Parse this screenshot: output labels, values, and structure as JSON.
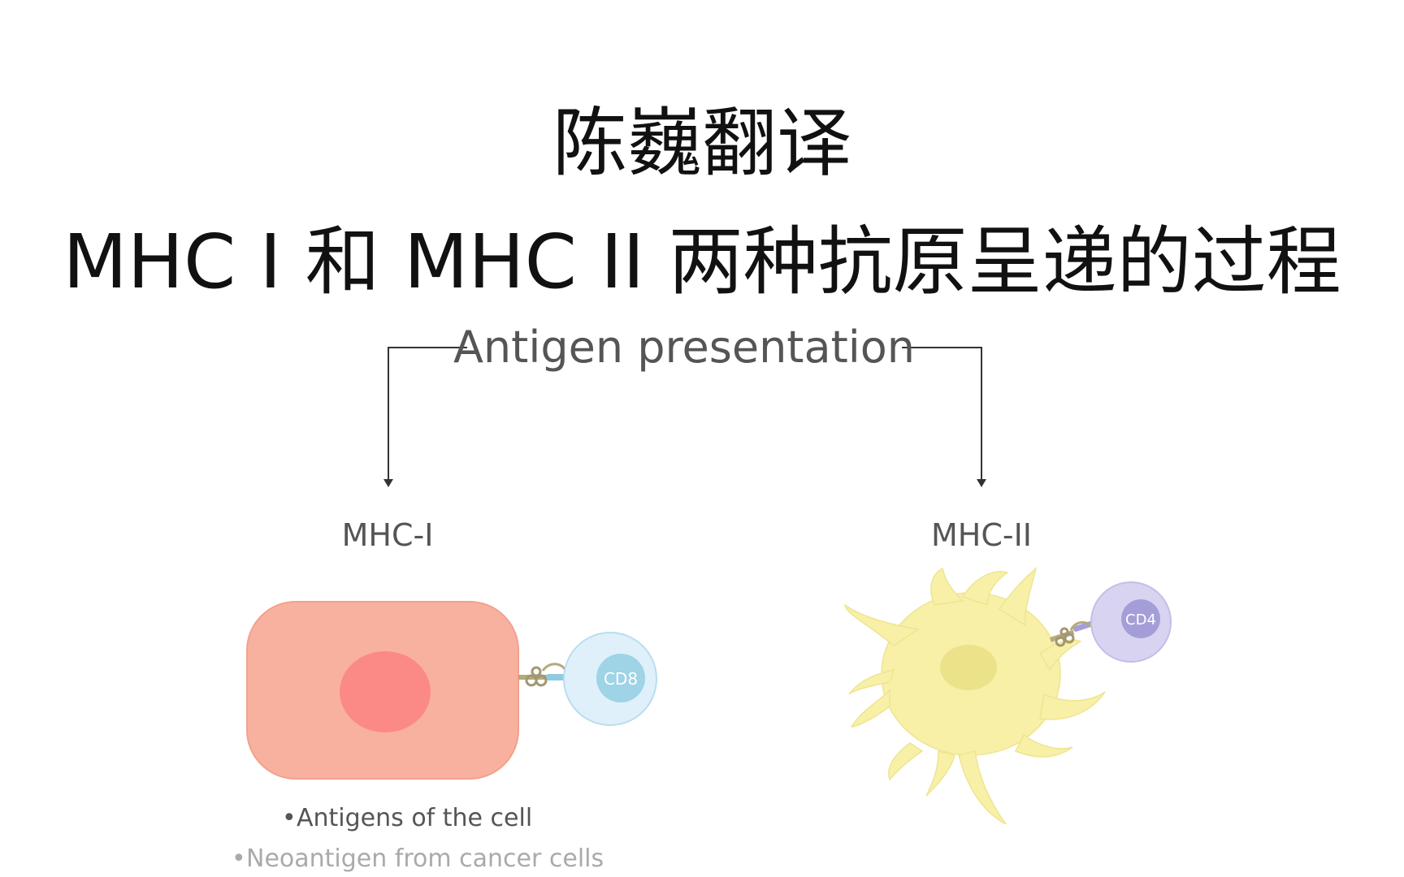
{
  "title": {
    "line1": "陈巍翻译",
    "line2": "MHC I 和 MHC II 两种抗原呈递的过程"
  },
  "diagram": {
    "root_label": "Antigen presentation",
    "left": {
      "label": "MHC-I",
      "receptor_label": "CD8",
      "bullets": [
        "Antigens of the cell",
        "Neoantigen from cancer cells"
      ]
    },
    "right": {
      "label": "MHC-II",
      "receptor_label": "CD4"
    }
  },
  "colors": {
    "text": "#111111",
    "label_gray": "#555555",
    "line": "#333333",
    "cell_body": "#f9b19f",
    "cell_nucleus": "#fb8a86",
    "cd8_outer": "#dff0fb",
    "cd8_inner": "#9fd3e6",
    "dendritic": "#f7f0a6",
    "dendritic_nucleus": "#ece28a",
    "cd4_outer": "#d8d3f1",
    "cd4_inner": "#a49ed8"
  }
}
